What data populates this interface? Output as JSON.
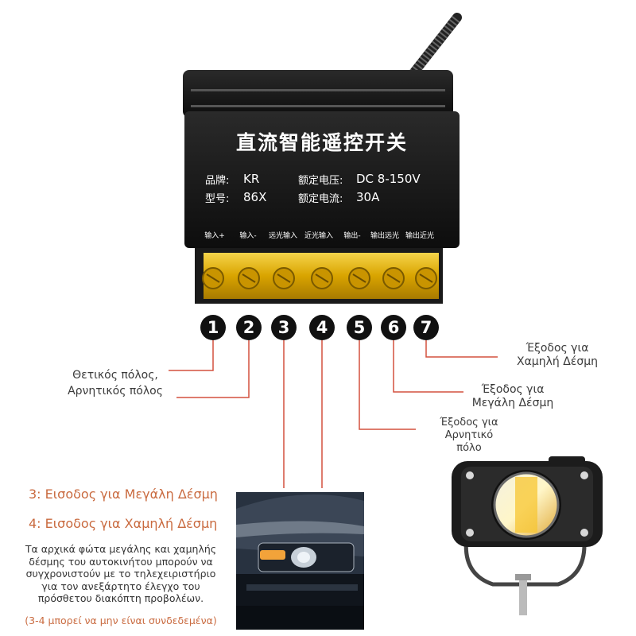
{
  "device": {
    "title": "直流智能遥控开关",
    "brand_label": "品牌:",
    "brand_value": "KR",
    "model_label": "型号:",
    "model_value": "86X",
    "voltage_label": "额定电压:",
    "voltage_value": "DC 8-150V",
    "current_label": "额定电流:",
    "current_value": "30A",
    "terminal_labels": [
      "输入+",
      "输入-",
      "远光输入",
      "近光输入",
      "输出-",
      "输出远光",
      "输出近光"
    ],
    "terminal_numbers": [
      "1",
      "2",
      "3",
      "4",
      "5",
      "6",
      "7"
    ]
  },
  "callouts": {
    "positive_negative_line1": "Θετικός πόλος,",
    "positive_negative_line2": "Αρνητικός πόλος",
    "low_beam_out_line1": "Έξοδος για",
    "low_beam_out_line2": "Χαμηλή Δέσμη",
    "high_beam_out_line1": "Έξοδος για",
    "high_beam_out_line2": "Μεγάλη Δέσμη",
    "negative_out_line1": "Έξοδος για",
    "negative_out_line2": "Αρνητικό",
    "negative_out_line3": "πόλο"
  },
  "inputs": {
    "input3": "3: Εισοδος για Μεγάλη Δέσμη",
    "input4": "4: Εισοδος για Χαμηλή Δέσμη"
  },
  "note": {
    "line1": "Τα αρχικά φώτα μεγάλης και χαμηλής",
    "line2": "δέσμης του αυτοκινήτου μπορούν να",
    "line3": "συγχρονιστούν με το τηλεχειριστήριο",
    "line4": "για τον ανεξάρτητο έλεγχο του",
    "line5": "πρόσθετου διακόπτη προβολέων.",
    "footnote": "(3-4 μπορεί να μην είναι συνδεδεμένα)"
  },
  "colors": {
    "line_red": "#d4503f",
    "accent_orange": "#c96a3f",
    "terminal_gold": "#e2b400"
  }
}
